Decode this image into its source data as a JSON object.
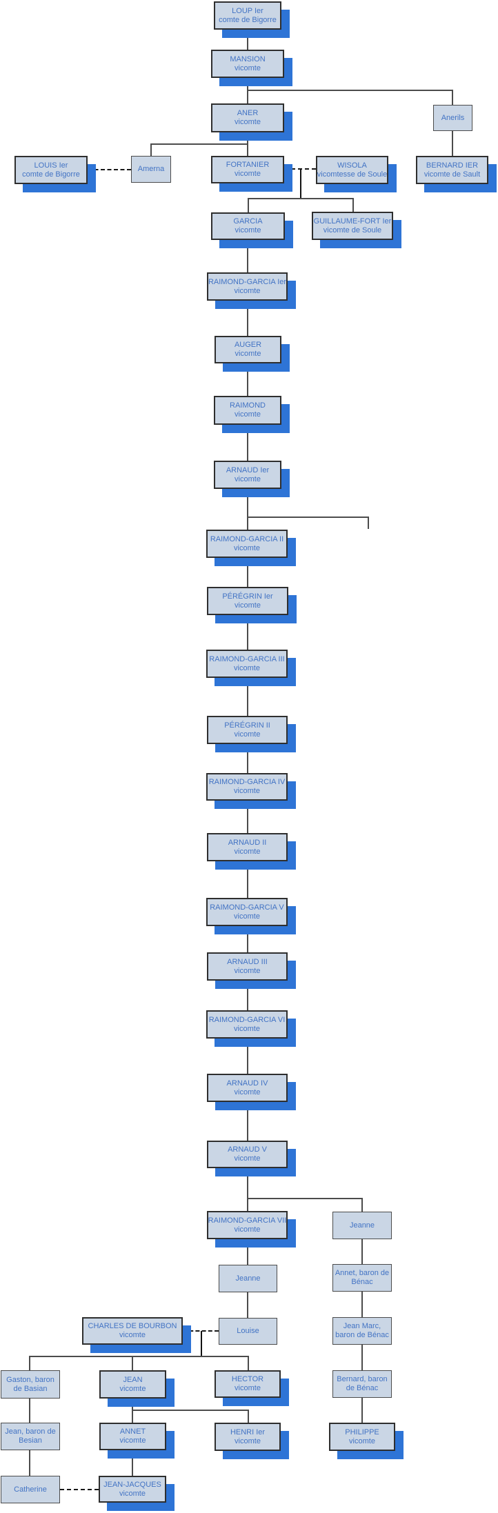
{
  "palette": {
    "box_fill": "#cad6e5",
    "box_border": "#2e2e2e",
    "shadow_blue": "#2e74d6",
    "text_blue": "#4273c4",
    "connector_gray": "#4b4b4b",
    "dash_black": "#161616"
  },
  "nodes": [
    {
      "id": "loup-ier",
      "line1": "LOUP Ier",
      "line2": "comte de Bigorre"
    },
    {
      "id": "mansion",
      "line1": "MANSION",
      "line2": "vicomte"
    },
    {
      "id": "aner",
      "line1": "ANER",
      "line2": "vicomte"
    },
    {
      "id": "anerils",
      "line1": "Anerils",
      "line2": ""
    },
    {
      "id": "louis-ier",
      "line1": "LOUIS Ier",
      "line2": "comte de Bigorre"
    },
    {
      "id": "amerna",
      "line1": "Amerna",
      "line2": ""
    },
    {
      "id": "fortanier",
      "line1": "FORTANIER",
      "line2": "vicomte"
    },
    {
      "id": "wisola",
      "line1": "WISOLA",
      "line2": "vicomtesse de Soule"
    },
    {
      "id": "bernard-ier",
      "line1": "BERNARD IER",
      "line2": "vicomte de Sault"
    },
    {
      "id": "garcia",
      "line1": "GARCIA",
      "line2": "vicomte"
    },
    {
      "id": "guillaume-fort-ier",
      "line1": "GUILLAUME-FORT Ier",
      "line2": "vicomte de Soule"
    },
    {
      "id": "raimond-garcia-ier",
      "line1": "RAIMOND-GARCIA Ier",
      "line2": "vicomte"
    },
    {
      "id": "auger",
      "line1": "AUGER",
      "line2": "vicomte"
    },
    {
      "id": "raimond",
      "line1": "RAIMOND",
      "line2": "vicomte"
    },
    {
      "id": "arnaud-ier",
      "line1": "ARNAUD Ier",
      "line2": "vicomte"
    },
    {
      "id": "raimond-garcia-ii",
      "line1": "RAIMOND-GARCIA II",
      "line2": "vicomte"
    },
    {
      "id": "peregrin-ier",
      "line1": "PÉRÉGRIN Ier",
      "line2": "vicomte"
    },
    {
      "id": "raimond-garcia-iii",
      "line1": "RAIMOND-GARCIA III",
      "line2": "vicomte"
    },
    {
      "id": "peregrin-ii",
      "line1": "PÉRÉGRIN II",
      "line2": "vicomte"
    },
    {
      "id": "raimond-garcia-iv",
      "line1": "RAIMOND-GARCIA IV",
      "line2": "vicomte"
    },
    {
      "id": "arnaud-ii",
      "line1": "ARNAUD II",
      "line2": "vicomte"
    },
    {
      "id": "raimond-garcia-v",
      "line1": "RAIMOND-GARCIA V",
      "line2": "vicomte"
    },
    {
      "id": "arnaud-iii",
      "line1": "ARNAUD III",
      "line2": "vicomte"
    },
    {
      "id": "raimond-garcia-vi",
      "line1": "RAIMOND-GARCIA VI",
      "line2": "vicomte"
    },
    {
      "id": "arnaud-iv",
      "line1": "ARNAUD IV",
      "line2": "vicomte"
    },
    {
      "id": "arnaud-v",
      "line1": "ARNAUD V",
      "line2": "vicomte"
    },
    {
      "id": "raimond-garcia-vii",
      "line1": "RAIMOND-GARCIA VII",
      "line2": "vicomte"
    },
    {
      "id": "jeanne-droite",
      "line1": "Jeanne",
      "line2": ""
    },
    {
      "id": "jeanne",
      "line1": "Jeanne",
      "line2": ""
    },
    {
      "id": "annet-baron-benac",
      "line1": "Annet, baron de",
      "line2": "Bénac"
    },
    {
      "id": "charles-de-bourbon",
      "line1": "CHARLES DE BOURBON",
      "line2": "vicomte"
    },
    {
      "id": "louise",
      "line1": "Louise",
      "line2": ""
    },
    {
      "id": "jean-marc-baron-benac",
      "line1": "Jean Marc,",
      "line2": "baron de Bénac"
    },
    {
      "id": "gaston-baron-basian",
      "line1": "Gaston, baron",
      "line2": "de Basian"
    },
    {
      "id": "jean",
      "line1": "JEAN",
      "line2": "vicomte"
    },
    {
      "id": "hector",
      "line1": "HECTOR",
      "line2": "vicomte"
    },
    {
      "id": "bernard-baron-benac",
      "line1": "Bernard, baron",
      "line2": "de Bénac"
    },
    {
      "id": "jean-baron-besian",
      "line1": "Jean, baron de",
      "line2": "Besian"
    },
    {
      "id": "annet",
      "line1": "ANNET",
      "line2": "vicomte"
    },
    {
      "id": "henri-ier",
      "line1": "HENRI Ier",
      "line2": "vicomte"
    },
    {
      "id": "philippe",
      "line1": "PHILIPPE",
      "line2": "vicomte"
    },
    {
      "id": "catherine",
      "line1": "Catherine",
      "line2": ""
    },
    {
      "id": "jean-jacques",
      "line1": "JEAN-JACQUES",
      "line2": "vicomte"
    }
  ]
}
